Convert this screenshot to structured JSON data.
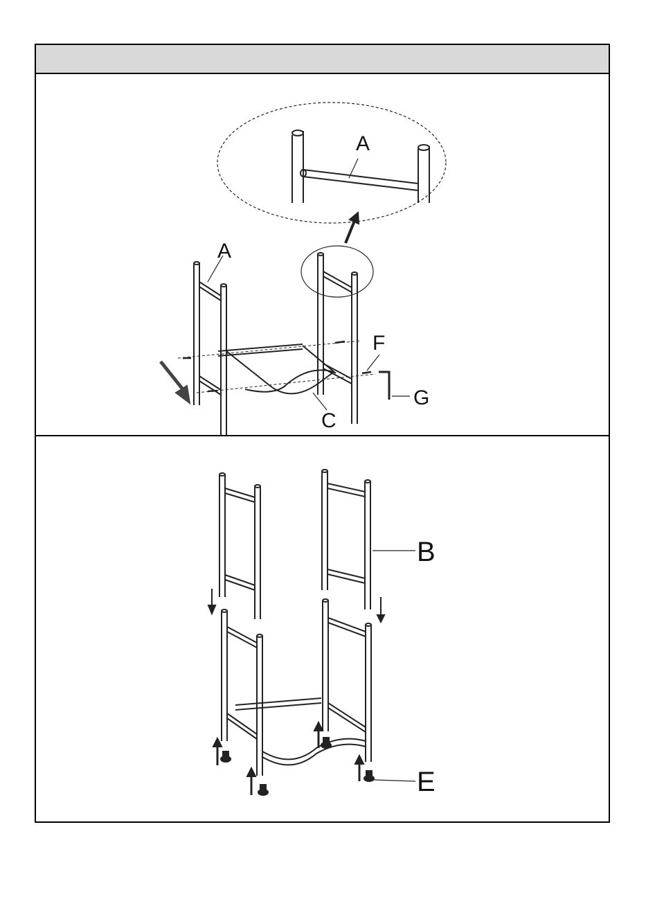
{
  "header": {
    "title": ""
  },
  "step1": {
    "labels": {
      "a_zoom": "A",
      "a_main": "A",
      "c": "C",
      "f": "F",
      "g": "G"
    }
  },
  "step2": {
    "labels": {
      "b": "B",
      "e": "E"
    }
  }
}
